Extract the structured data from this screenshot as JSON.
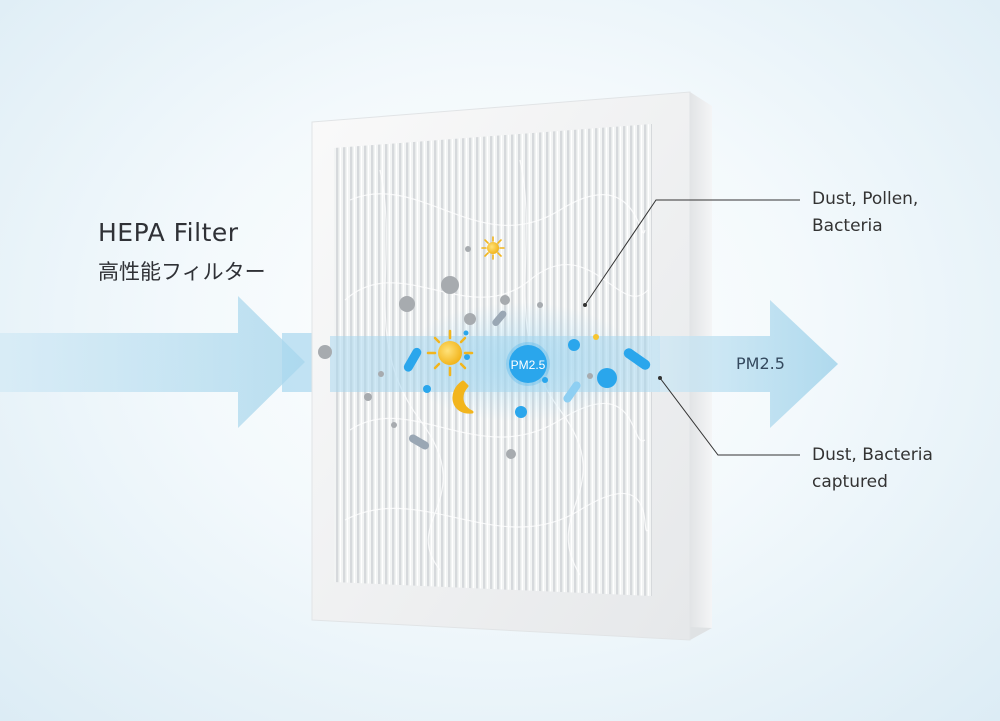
{
  "title": {
    "en": "HEPA Filter",
    "jp": "高性能フィルター"
  },
  "callouts": {
    "top": {
      "line1": "Dust, Pollen,",
      "line2": "Bacteria"
    },
    "bottom": {
      "line1": "Dust, Bacteria",
      "line2": "captured"
    }
  },
  "flow": {
    "center_badge": "PM2.5",
    "exit_label": "PM2.5"
  },
  "colors": {
    "arrow": "#9fd2ea",
    "frame": "#f2f3f4",
    "particle_blue": "#2aa6ec",
    "particle_yellow": "#f7c531",
    "leader_line": "#333333"
  },
  "icons": [
    "sun-pollen-icon",
    "crescent-bacteria-icon",
    "capsule-bacteria-icon",
    "dust-particle-icon"
  ]
}
